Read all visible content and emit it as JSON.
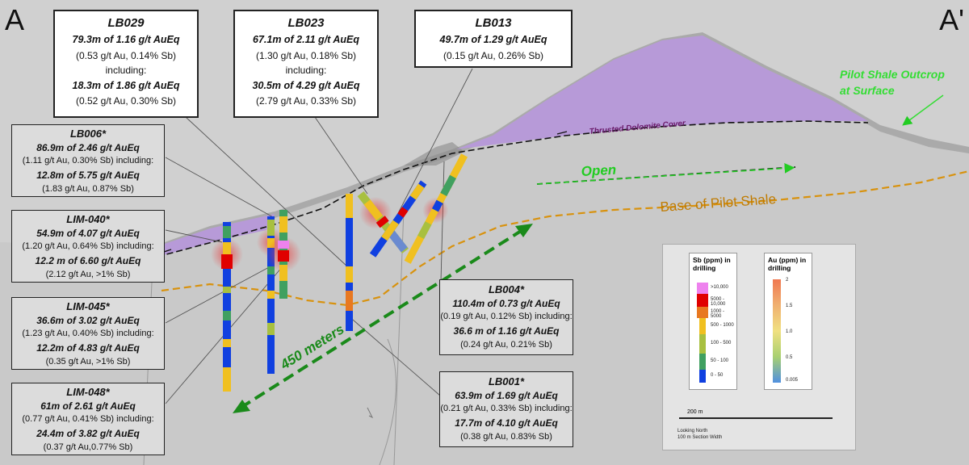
{
  "corners": {
    "left": "A",
    "right": "A'"
  },
  "labels": {
    "pilot_outcrop_line1": "Pilot Shale Outcrop",
    "pilot_outcrop_line2": "at Surface",
    "thrusted_cover": "Thrusted Dolomite Cover",
    "open": "Open",
    "base_pilot": "Base of Pilot Shale",
    "distance": "450 meters"
  },
  "callouts": {
    "lb029": {
      "title": "LB029",
      "l1": "79.3m of 1.16 g/t AuEq",
      "l2": "(0.53 g/t Au, 0.14% Sb)",
      "l3": "including:",
      "l4": "18.3m of 1.86 g/t AuEq",
      "l5": "(0.52 g/t Au, 0.30% Sb)"
    },
    "lb023": {
      "title": "LB023",
      "l1": "67.1m of 2.11 g/t AuEq",
      "l2": "(1.30 g/t Au, 0.18% Sb)",
      "l3": "including:",
      "l4": "30.5m of 4.29 g/t AuEq",
      "l5": "(2.79 g/t Au, 0.33% Sb)"
    },
    "lb013": {
      "title": "LB013",
      "l1": "49.7m of 1.29 g/t AuEq",
      "l2": "(0.15 g/t Au, 0.26% Sb)"
    },
    "lb006": {
      "title": "LB006*",
      "l1": "86.9m of 2.46 g/t AuEq",
      "l2": "(1.11 g/t Au, 0.30% Sb) including:",
      "l3": "12.8m of 5.75 g/t AuEq",
      "l4": "(1.83 g/t Au, 0.87% Sb)"
    },
    "lim040": {
      "title": "LIM-040*",
      "l1": "54.9m of 4.07 g/t AuEq",
      "l2": "(1.20 g/t Au, 0.64% Sb) including:",
      "l3": "12.2 m of 6.60 g/t AuEq",
      "l4": "(2.12 g/t Au, >1% Sb)"
    },
    "lim045": {
      "title": "LIM-045*",
      "l1": "36.6m of 3.02 g/t AuEq",
      "l2": "(1.23 g/t Au, 0.40% Sb) including:",
      "l3": "12.2m of 4.83 g/t AuEq",
      "l4": "(0.35 g/t Au, >1% Sb)"
    },
    "lim048": {
      "title": "LIM-048*",
      "l1": "61m of 2.61 g/t AuEq",
      "l2": "(0.77 g/t Au, 0.41% Sb) including:",
      "l3": "24.4m of 3.82 g/t AuEq",
      "l4": "(0.37 g/t Au,0.77% Sb)"
    },
    "lb004": {
      "title": "LB004*",
      "l1": "110.4m of 0.73 g/t AuEq",
      "l2": "(0.19 g/t Au, 0.12% Sb) including:",
      "l3": "36.6 m of 1.16 g/t AuEq",
      "l4": "(0.24 g/t Au, 0.21% Sb)"
    },
    "lb001": {
      "title": "LB001*",
      "l1": "63.9m of 1.69 g/t AuEq",
      "l2": "(0.21 g/t Au, 0.33% Sb) including:",
      "l3": "17.7m of 4.10 g/t AuEq",
      "l4": "(0.38 g/t Au, 0.83% Sb)"
    }
  },
  "legend": {
    "sb_title": "Sb (ppm) in drilling",
    "sb_labels": [
      ">10,000",
      "5000 - 10,000",
      "1000 - 5000",
      "500 - 1000",
      "100 - 500",
      "50 - 100",
      "0 - 50"
    ],
    "sb_colors": [
      "#ee82ee",
      "#e00000",
      "#e87820",
      "#f0c020",
      "#a8c040",
      "#40a060",
      "#1040e0"
    ],
    "au_title": "Au (ppm) in drilling",
    "au_labels": [
      "2",
      "1.5",
      "1.0",
      "0.5",
      "0.005"
    ],
    "au_gradient": [
      "#f07850",
      "#f0b070",
      "#f0e080",
      "#a8d070",
      "#5090e0"
    ],
    "scale": "200 m",
    "foot1": "Looking North",
    "foot2": "100 m Section Width"
  },
  "colors": {
    "dolomite": "#b79ad8",
    "pilot_base": "#d8920e",
    "open_arrow": "#22cc22",
    "distance_arrow": "#1a8a1a",
    "outcrop_text": "#33dd33"
  }
}
